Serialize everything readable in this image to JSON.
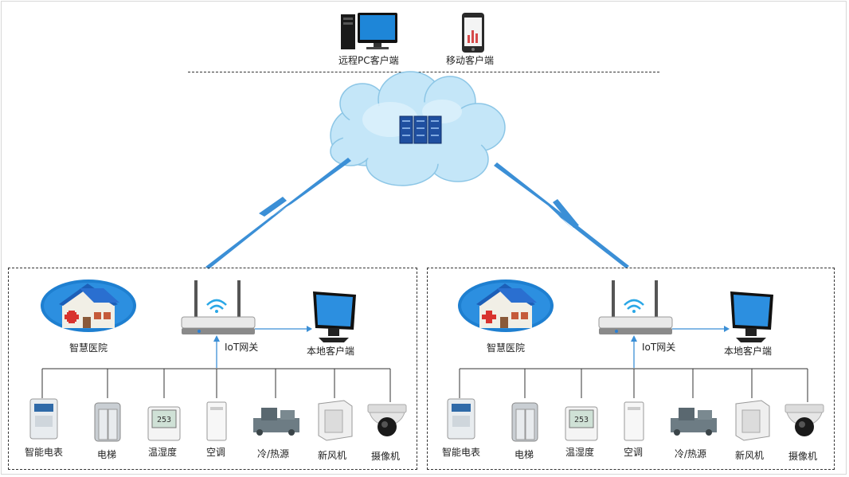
{
  "top": {
    "pc_label": "远程PC客户端",
    "mobile_label": "移动客户端"
  },
  "sites": [
    {
      "hospital_label": "智慧医院",
      "gateway_label": "IoT网关",
      "local_client_label": "本地客户端",
      "devices": [
        {
          "label": "智能电表",
          "icon": "smart-meter-icon"
        },
        {
          "label": "电梯",
          "icon": "elevator-icon"
        },
        {
          "label": "温湿度",
          "icon": "thermo-hygrometer-icon"
        },
        {
          "label": "空调",
          "icon": "air-conditioner-icon"
        },
        {
          "label": "冷/热源",
          "icon": "chiller-icon"
        },
        {
          "label": "新风机",
          "icon": "fresh-air-unit-icon"
        },
        {
          "label": "摄像机",
          "icon": "dome-camera-icon"
        }
      ]
    },
    {
      "hospital_label": "智慧医院",
      "gateway_label": "IoT网关",
      "local_client_label": "本地客户端",
      "devices": [
        {
          "label": "智能电表",
          "icon": "smart-meter-icon"
        },
        {
          "label": "电梯",
          "icon": "elevator-icon"
        },
        {
          "label": "温湿度",
          "icon": "thermo-hygrometer-icon"
        },
        {
          "label": "空调",
          "icon": "air-conditioner-icon"
        },
        {
          "label": "冷/热源",
          "icon": "chiller-icon"
        },
        {
          "label": "新风机",
          "icon": "fresh-air-unit-icon"
        },
        {
          "label": "摄像机",
          "icon": "dome-camera-icon"
        }
      ]
    }
  ],
  "colors": {
    "link": "#3b8fd6",
    "cloud": "#bfe3f7",
    "server": "#1f4fa0",
    "line": "#333333"
  }
}
